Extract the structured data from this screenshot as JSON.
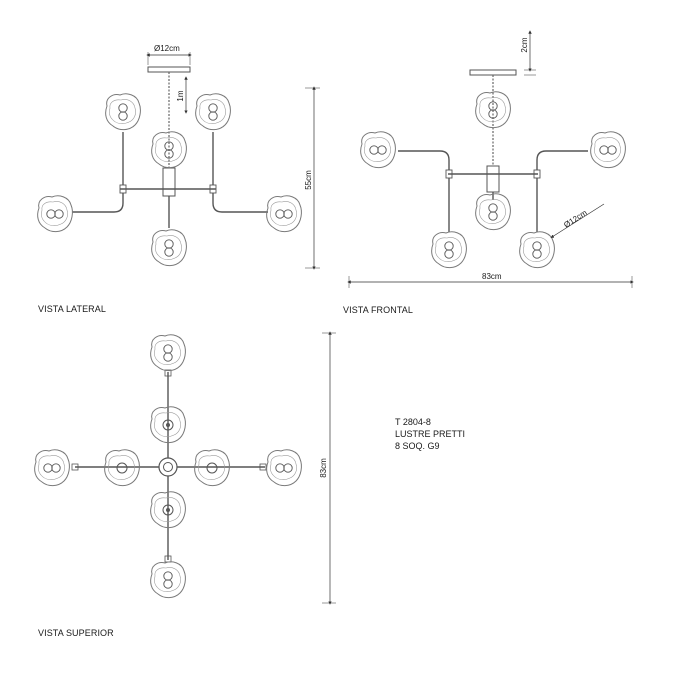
{
  "views": {
    "lateral": {
      "title": "VISTA LATERAL"
    },
    "frontal": {
      "title": "VISTA FRONTAL"
    },
    "superior": {
      "title": "VISTA SUPERIOR"
    }
  },
  "dimensions": {
    "canopy_diameter": "Ø12cm",
    "cable_length": "1m",
    "height": "55cm",
    "canopy_height": "2cm",
    "width_frontal": "83cm",
    "globe_diameter": "Ø12cm",
    "width_top": "83cm"
  },
  "product": {
    "code": "T 2804-8",
    "name": "LUSTRE PRETTI",
    "sockets": "8 SOQ. G9"
  },
  "colors": {
    "line": "#555555",
    "globe": "#8a8a8a",
    "dimension": "#333333"
  }
}
